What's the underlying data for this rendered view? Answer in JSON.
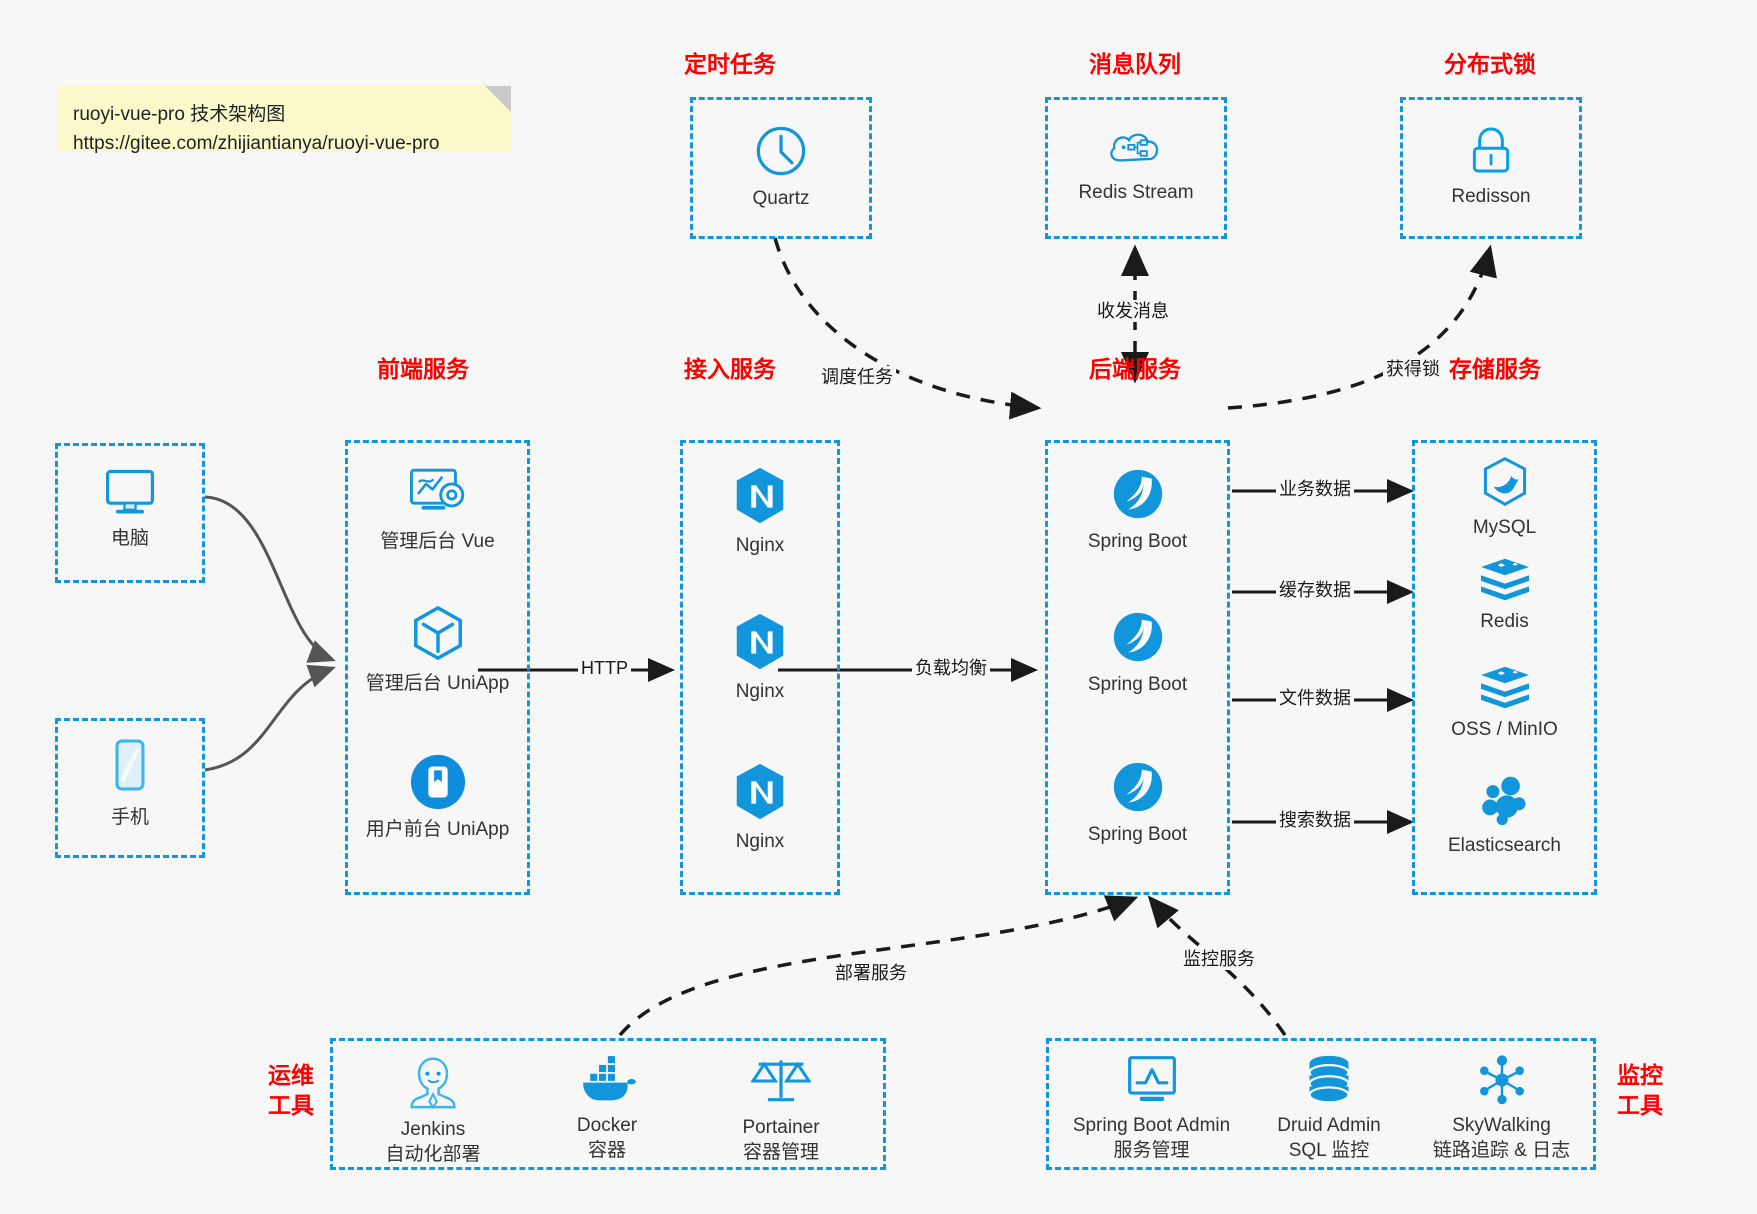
{
  "note": {
    "line1": "ruoyi-vue-pro 技术架构图",
    "line2": "https://gitee.com/zhijiantianya/ruoyi-vue-pro"
  },
  "colors": {
    "accent_blue": "#1296db",
    "group_border": "#1296db",
    "title_red": "#ff0000",
    "edge_gray": "#555555",
    "edge_black": "#1a1a1a",
    "background": "#f7f7f7",
    "note_yellow": "#fbf8cc"
  },
  "groups": {
    "scheduled_task": {
      "title": "定时任务"
    },
    "message_queue": {
      "title": "消息队列"
    },
    "distributed_lock": {
      "title": "分布式锁"
    },
    "frontend_service": {
      "title": "前端服务"
    },
    "gateway_service": {
      "title": "接入服务"
    },
    "backend_service": {
      "title": "后端服务"
    },
    "storage_service": {
      "title": "存储服务"
    },
    "devops_tools": {
      "title": "运维\n工具",
      "title_l1": "运维",
      "title_l2": "工具"
    },
    "monitor_tools": {
      "title": "监控\n工具",
      "title_l1": "监控",
      "title_l2": "工具"
    }
  },
  "clients": [
    {
      "id": "pc",
      "label": "电脑",
      "icon": "desktop-monitor-icon"
    },
    {
      "id": "phone",
      "label": "手机",
      "icon": "smartphone-icon"
    }
  ],
  "scheduled_task_nodes": [
    {
      "label": "Quartz",
      "icon": "clock-icon"
    }
  ],
  "message_queue_nodes": [
    {
      "label": "Redis Stream",
      "icon": "cloud-stream-icon"
    }
  ],
  "distributed_lock_nodes": [
    {
      "label": "Redisson",
      "icon": "padlock-icon"
    }
  ],
  "frontend_nodes": [
    {
      "label": "管理后台 Vue",
      "icon": "dashboard-gear-icon"
    },
    {
      "label": "管理后台 UniApp",
      "icon": "cube-icon"
    },
    {
      "label": "用户前台 UniApp",
      "icon": "mobile-app-icon"
    }
  ],
  "gateway_nodes": [
    {
      "label": "Nginx",
      "icon": "nginx-icon"
    },
    {
      "label": "Nginx",
      "icon": "nginx-icon"
    },
    {
      "label": "Nginx",
      "icon": "nginx-icon"
    }
  ],
  "backend_nodes": [
    {
      "label": "Spring Boot",
      "icon": "spring-boot-icon"
    },
    {
      "label": "Spring Boot",
      "icon": "spring-boot-icon"
    },
    {
      "label": "Spring Boot",
      "icon": "spring-boot-icon"
    }
  ],
  "storage_nodes": [
    {
      "label": "MySQL",
      "icon": "mysql-dolphin-icon"
    },
    {
      "label": "Redis",
      "icon": "redis-stack-icon"
    },
    {
      "label": "OSS / MinIO",
      "icon": "object-storage-icon"
    },
    {
      "label": "Elasticsearch",
      "icon": "elasticsearch-icon"
    }
  ],
  "devops_nodes": [
    {
      "label": "Jenkins",
      "sublabel": "自动化部署",
      "icon": "jenkins-butler-icon"
    },
    {
      "label": "Docker",
      "sublabel": "容器",
      "icon": "docker-whale-icon"
    },
    {
      "label": "Portainer",
      "sublabel": "容器管理",
      "icon": "scales-balance-icon"
    }
  ],
  "monitor_nodes": [
    {
      "label": "Spring Boot Admin",
      "sublabel": "服务管理",
      "icon": "monitor-chart-icon"
    },
    {
      "label": "Druid Admin",
      "sublabel": "SQL 监控",
      "icon": "database-cylinder-icon"
    },
    {
      "label": "SkyWalking",
      "sublabel": "链路追踪 & 日志",
      "icon": "network-nodes-icon"
    }
  ],
  "edge_labels": {
    "schedule_task": "调度任务",
    "send_receive_message": "收发消息",
    "acquire_lock": "获得锁",
    "http": "HTTP",
    "load_balance": "负载均衡",
    "business_data": "业务数据",
    "cache_data": "缓存数据",
    "file_data": "文件数据",
    "search_data": "搜索数据",
    "deploy_service": "部署服务",
    "monitor_service": "监控服务"
  }
}
